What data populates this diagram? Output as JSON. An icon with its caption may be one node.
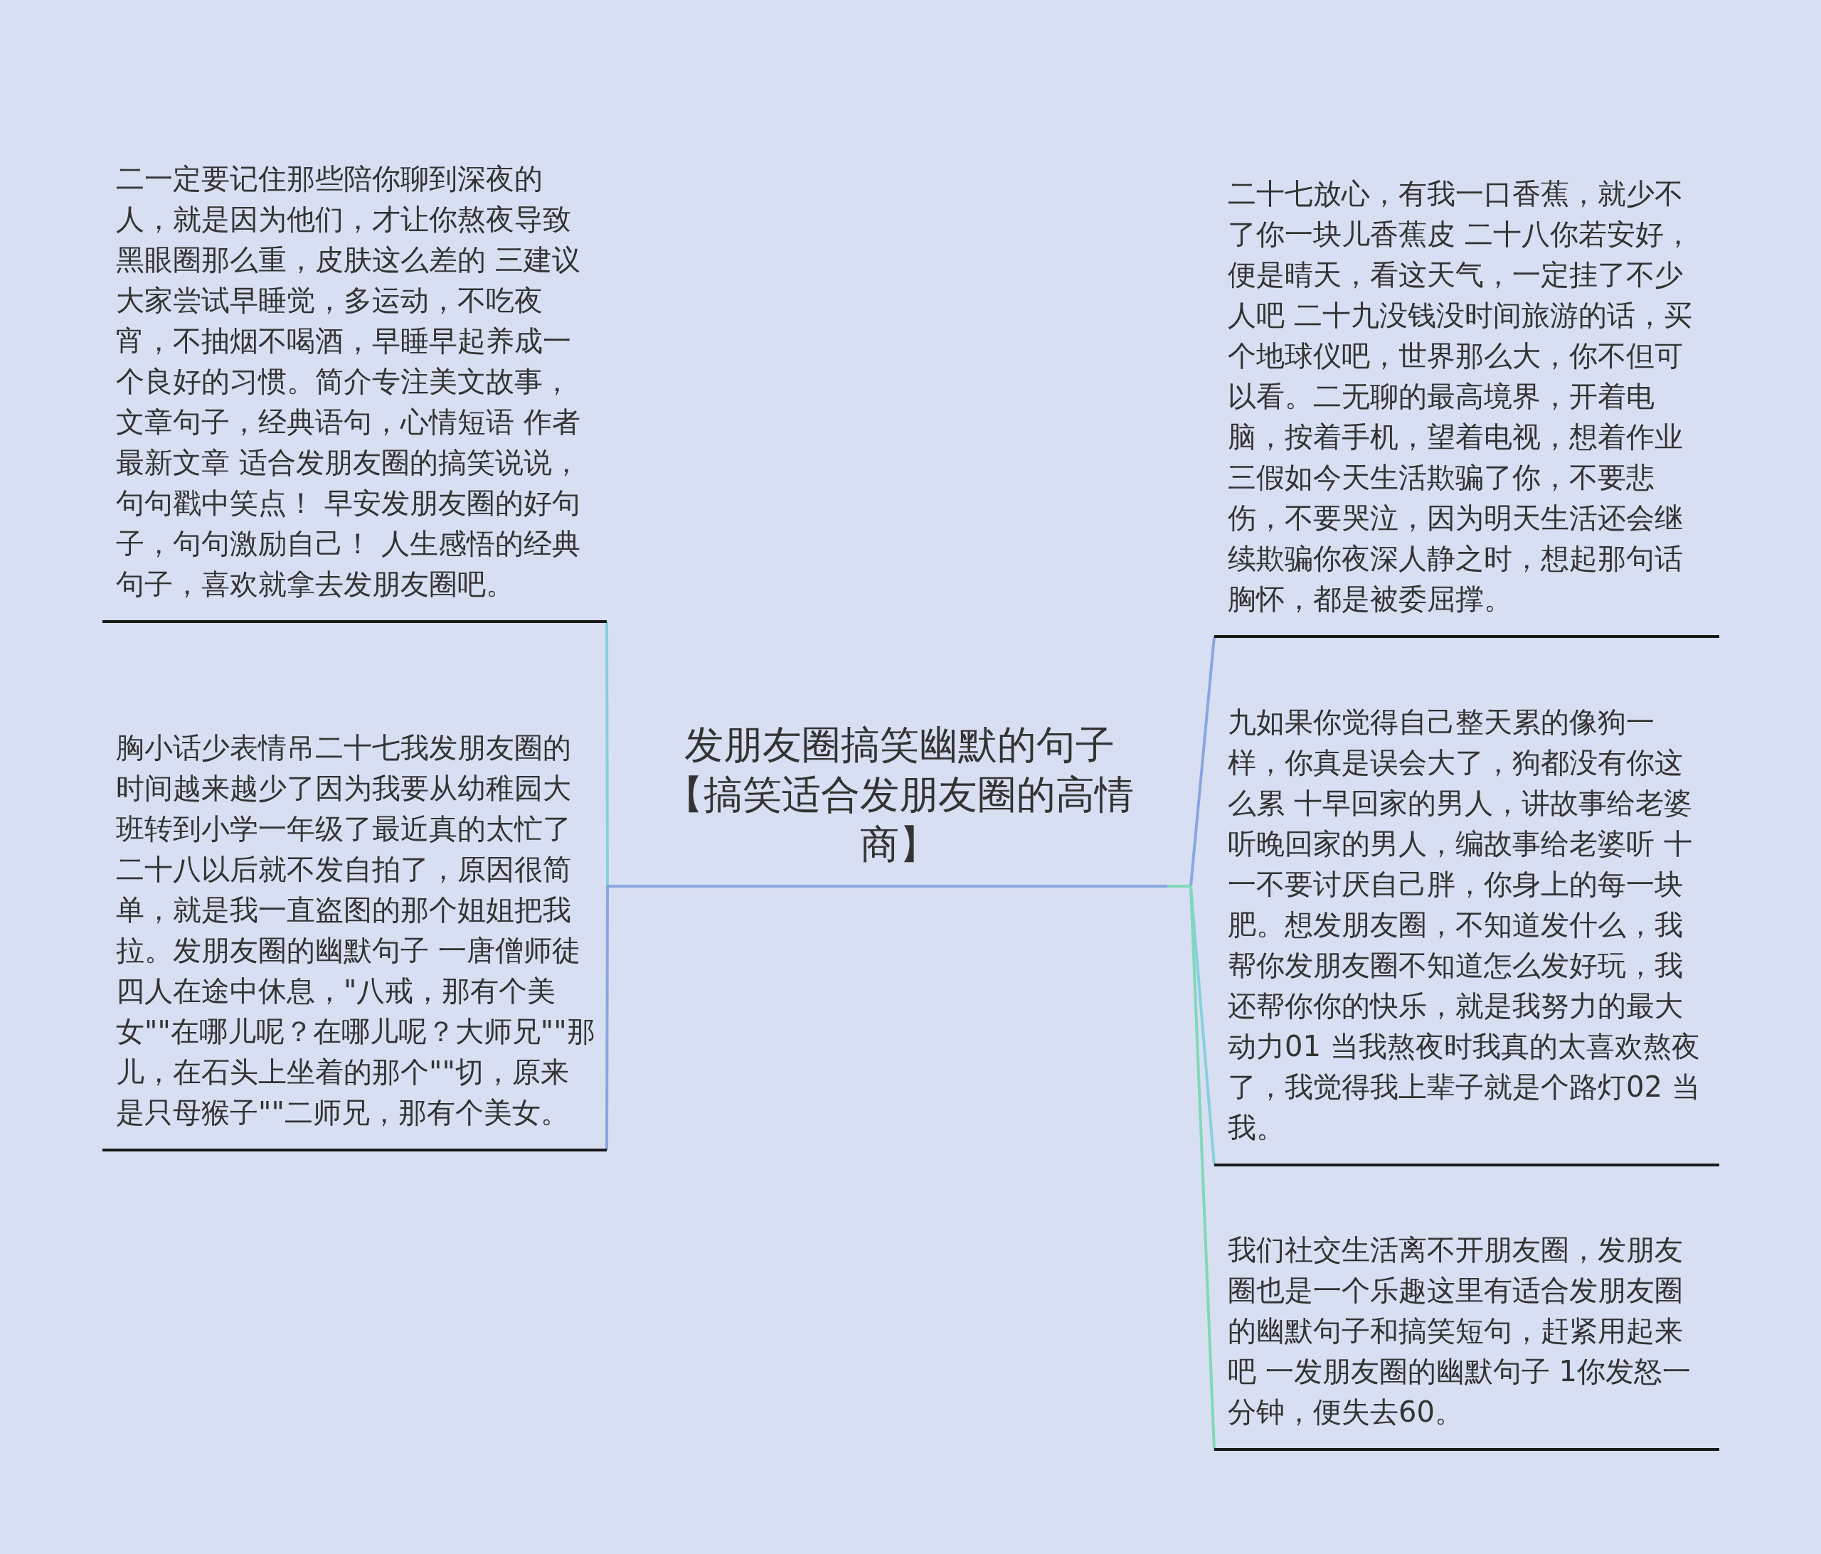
{
  "diagram": {
    "nodes": [
      {
        "text": [
          "发朋友圈搞笑幽默的句子【搞笑适合发朋友圈的高情商】"
        ]
      },
      {
        "text": [
          "二一定要记住那些陪你聊到深夜的人，就是因为他们，才让你熬夜导致黑眼圈那么重，皮肤这么差的 三建议大家尝试早睡觉，多运动，不吃夜宵，不抽烟不喝酒，早睡早起养成一个良好的习惯。简介专注美文故事，文章句子，经典语句，心情短语 作者最新文章 适合发朋友圈的搞笑说说，句句戳中笑点！ 早安发朋友圈的好句子，句句激励自己！ 人生感悟的经典句子，喜欢就拿去发朋友圈吧。"
        ]
      },
      {
        "text": [
          "胸小话少表情吊二十七我发朋友圈的时间越来越少了因为我要从幼稚园大班转到小学一年级了最近真的太忙了二十八以后就不发自拍了，原因很简单，就是我一直盗图的那个姐姐把我拉。发朋友圈的幽默句子 一唐僧师徒四人在途中休息，\"八戒，那有个美女\"\"在哪儿呢？在哪儿呢？大师兄\"\"那儿，在石头上坐着的那个\"\"切，原来是只母猴子\"\"二师兄，那有个美女。"
        ]
      },
      {
        "text": [
          "二十七放心，有我一口香蕉，就少不了你一块儿香蕉皮 二十八你若安好，便是晴天，看这天气，一定挂了不少人吧 二十九没钱没时间旅游的话，买个地球仪吧，世界那么大，你不但可以看。二无聊的最高境界，开着电脑，按着手机，望着电视，想着作业三假如今天生活欺骗了你，不要悲伤，不要哭泣，因为明天生活还会继续欺骗你夜深人静之时，想起那句话胸怀，都是被委屈撑。"
        ]
      },
      {
        "text": [
          "九如果你觉得自己整天累的像狗一样，你真是误会大了，狗都没有你这么累 十早回家的男人，讲故事给老婆听晚回家的男人，编故事给老婆听 十一不要讨厌自己胖，你身上的每一块肥。想发朋友圈，不知道发什么，我帮你发朋友圈不知道怎么发好玩，我还帮你你的快乐，就是我努力的最大动力01 当我熬夜时我真的太喜欢熬夜了，我觉得我上辈子就是个路灯02 当我。"
        ]
      },
      {
        "text": [
          "我们社交生活离不开朋友圈，发朋友圈也是一个乐趣这里有适合发朋友圈的幽默句子和搞笑短句，赶紧用起来吧 一发朋友圈的幽默句子 1你发怒一分钟，便失去60。"
        ]
      }
    ],
    "edges": [
      {
        "from": 0,
        "to": 1,
        "arrow": "none",
        "color": "#86d0dc"
      },
      {
        "from": 0,
        "to": 2,
        "arrow": "none",
        "color": "#8aa6e0"
      },
      {
        "from": 0,
        "to": 3,
        "arrow": "none",
        "color": "#8aa6e0"
      },
      {
        "from": 0,
        "to": 4,
        "arrow": "none",
        "color": "#86d0dc"
      },
      {
        "from": 0,
        "to": 5,
        "arrow": "none",
        "color": "#7fd8b8"
      }
    ]
  }
}
